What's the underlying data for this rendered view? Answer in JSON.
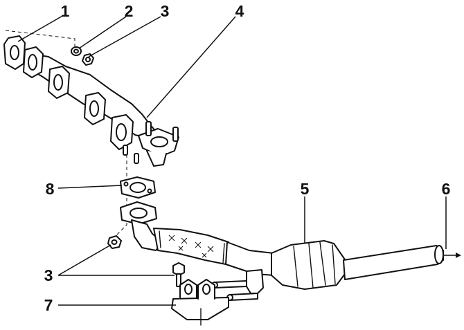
{
  "callouts": [
    {
      "id": "c1",
      "label": "1"
    },
    {
      "id": "c2",
      "label": "2"
    },
    {
      "id": "c3a",
      "label": "3"
    },
    {
      "id": "c4",
      "label": "4"
    },
    {
      "id": "c8",
      "label": "8"
    },
    {
      "id": "c5",
      "label": "5"
    },
    {
      "id": "c6",
      "label": "6"
    },
    {
      "id": "c3b",
      "label": "3"
    },
    {
      "id": "c7",
      "label": "7"
    }
  ]
}
